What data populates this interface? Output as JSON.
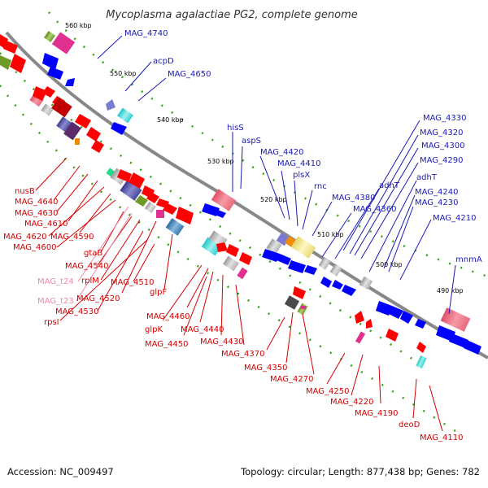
{
  "title": "Mycoplasma agalactiae PG2, complete genome",
  "accession_label": "Accession: NC_009497",
  "summary_label": "Topology: circular; Length: 877,438 bp; Genes: 782",
  "kbp_ticks": [
    "560 kbp",
    "550 kbp",
    "540 kbp",
    "530 kbp",
    "520 kbp",
    "510 kbp",
    "500 kbp",
    "490 kbp"
  ],
  "blue_genes": [
    "MAG_4740",
    "acpD",
    "MAG_4650",
    "hisS",
    "aspS",
    "MAG_4420",
    "MAG_4410",
    "plsX",
    "rnc",
    "MAG_4380",
    "MAG_4360",
    "adhT",
    "MAG_4330",
    "MAG_4320",
    "MAG_4300",
    "MAG_4290",
    "adhT",
    "MAG_4240",
    "MAG_4230",
    "MAG_4210",
    "mnmA"
  ],
  "red_genes": [
    "nusB",
    "MAG_4640",
    "MAG_4630",
    "MAG_4610",
    "MAG_4620",
    "MAG_4590",
    "MAG_4600",
    "gtaB",
    "MAG_4540",
    "rplM",
    "MAG_4510",
    "MAG_4520",
    "MAG_4530",
    "rpsI",
    "glpF",
    "MAG_4460",
    "glpK",
    "MAG_4440",
    "MAG_4450",
    "MAG_4430",
    "MAG_4370",
    "MAG_4350",
    "MAG_4270",
    "MAG_4250",
    "MAG_4220",
    "MAG_4190",
    "deoD",
    "MAG_4110"
  ],
  "pink_genes": [
    "MAG_t24",
    "MAG_t23"
  ],
  "colors": {
    "forward_cds": "#ff0000",
    "reverse_cds": "#0000ff",
    "rna": "#f08aa8",
    "backbone": "#888888",
    "tick_dots": "#3aa017",
    "forward_label": "#d40000",
    "reverse_label": "#1a1ab8"
  }
}
